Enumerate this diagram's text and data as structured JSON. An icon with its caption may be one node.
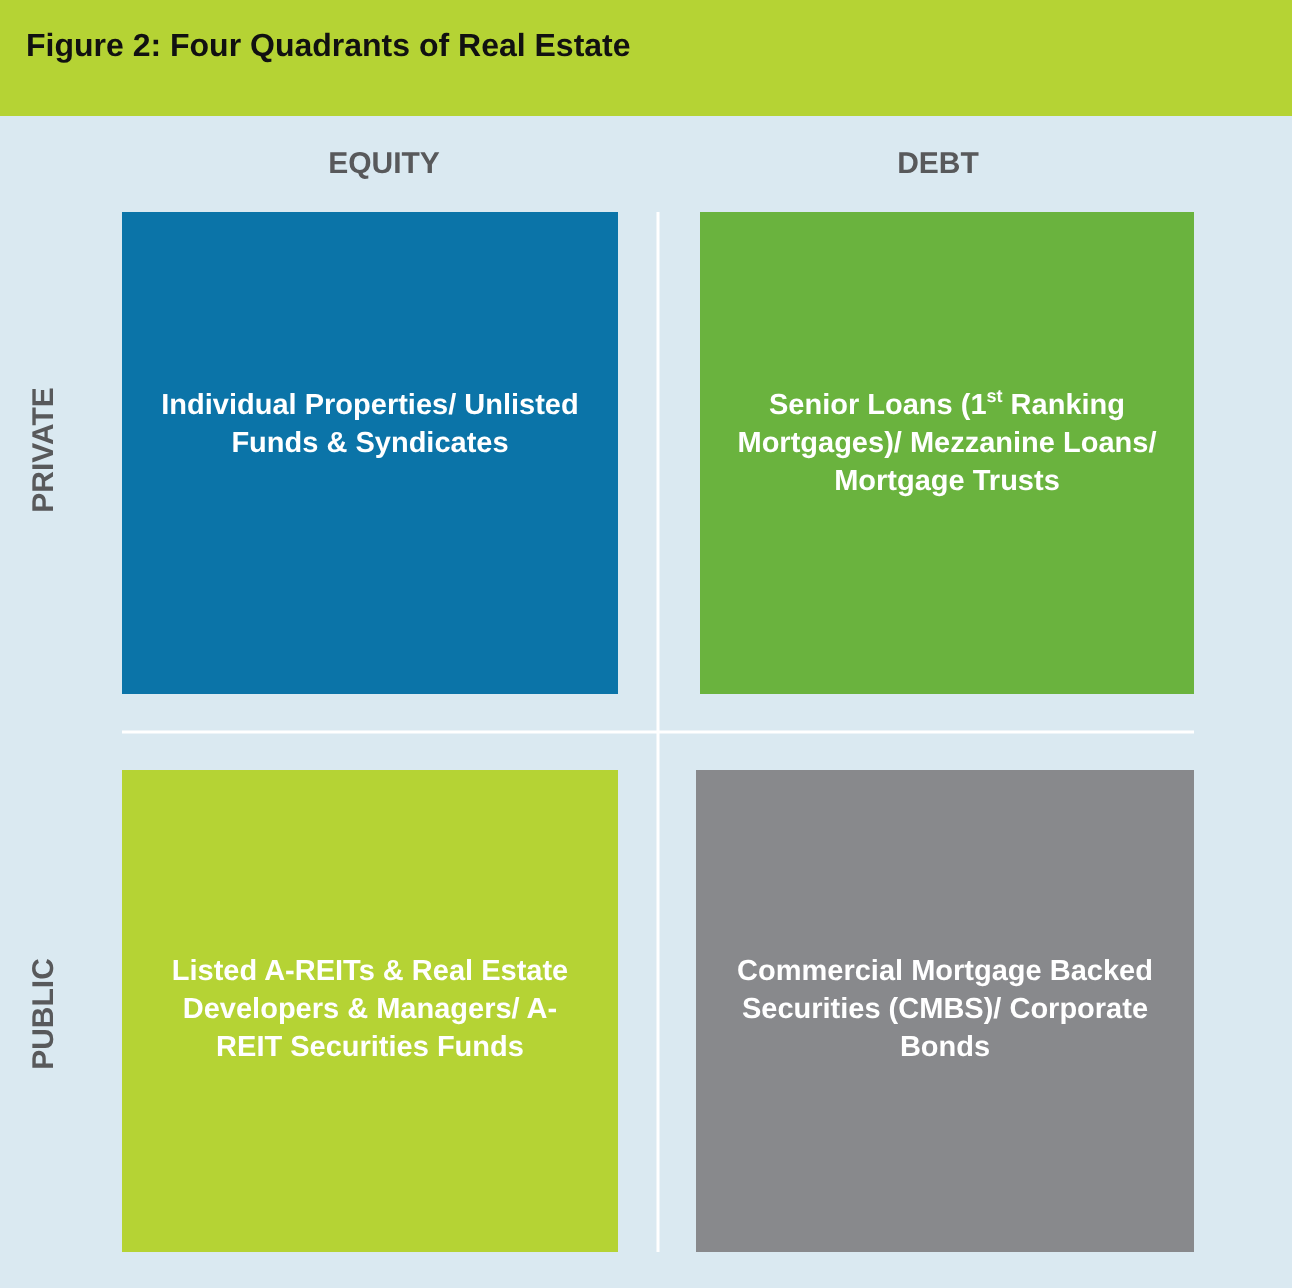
{
  "diagram": {
    "title": "Figure 2:  Four Quadrants of Real Estate",
    "nodes": [
      {
        "text": [
          "Individual Properties/ Unlisted Funds & Syndicates"
        ]
      },
      {
        "text": [
          "Senior Loans (1$^{st}$ Ranking Mortgages)/ Mezzanine Loans/ Mortgage Trusts"
        ]
      },
      {
        "text": [
          "Listed A-REITs & Real Estate Developers & Managers/ A-REIT Securities Funds"
        ]
      },
      {
        "text": [
          "Commercial Mortgage Backed Securities (CMBS)/ Corporate Bonds"
        ]
      }
    ],
    "labels": [
      "EQUITY",
      "DEBT",
      "PRIVATE",
      "PUBLIC"
    ]
  }
}
